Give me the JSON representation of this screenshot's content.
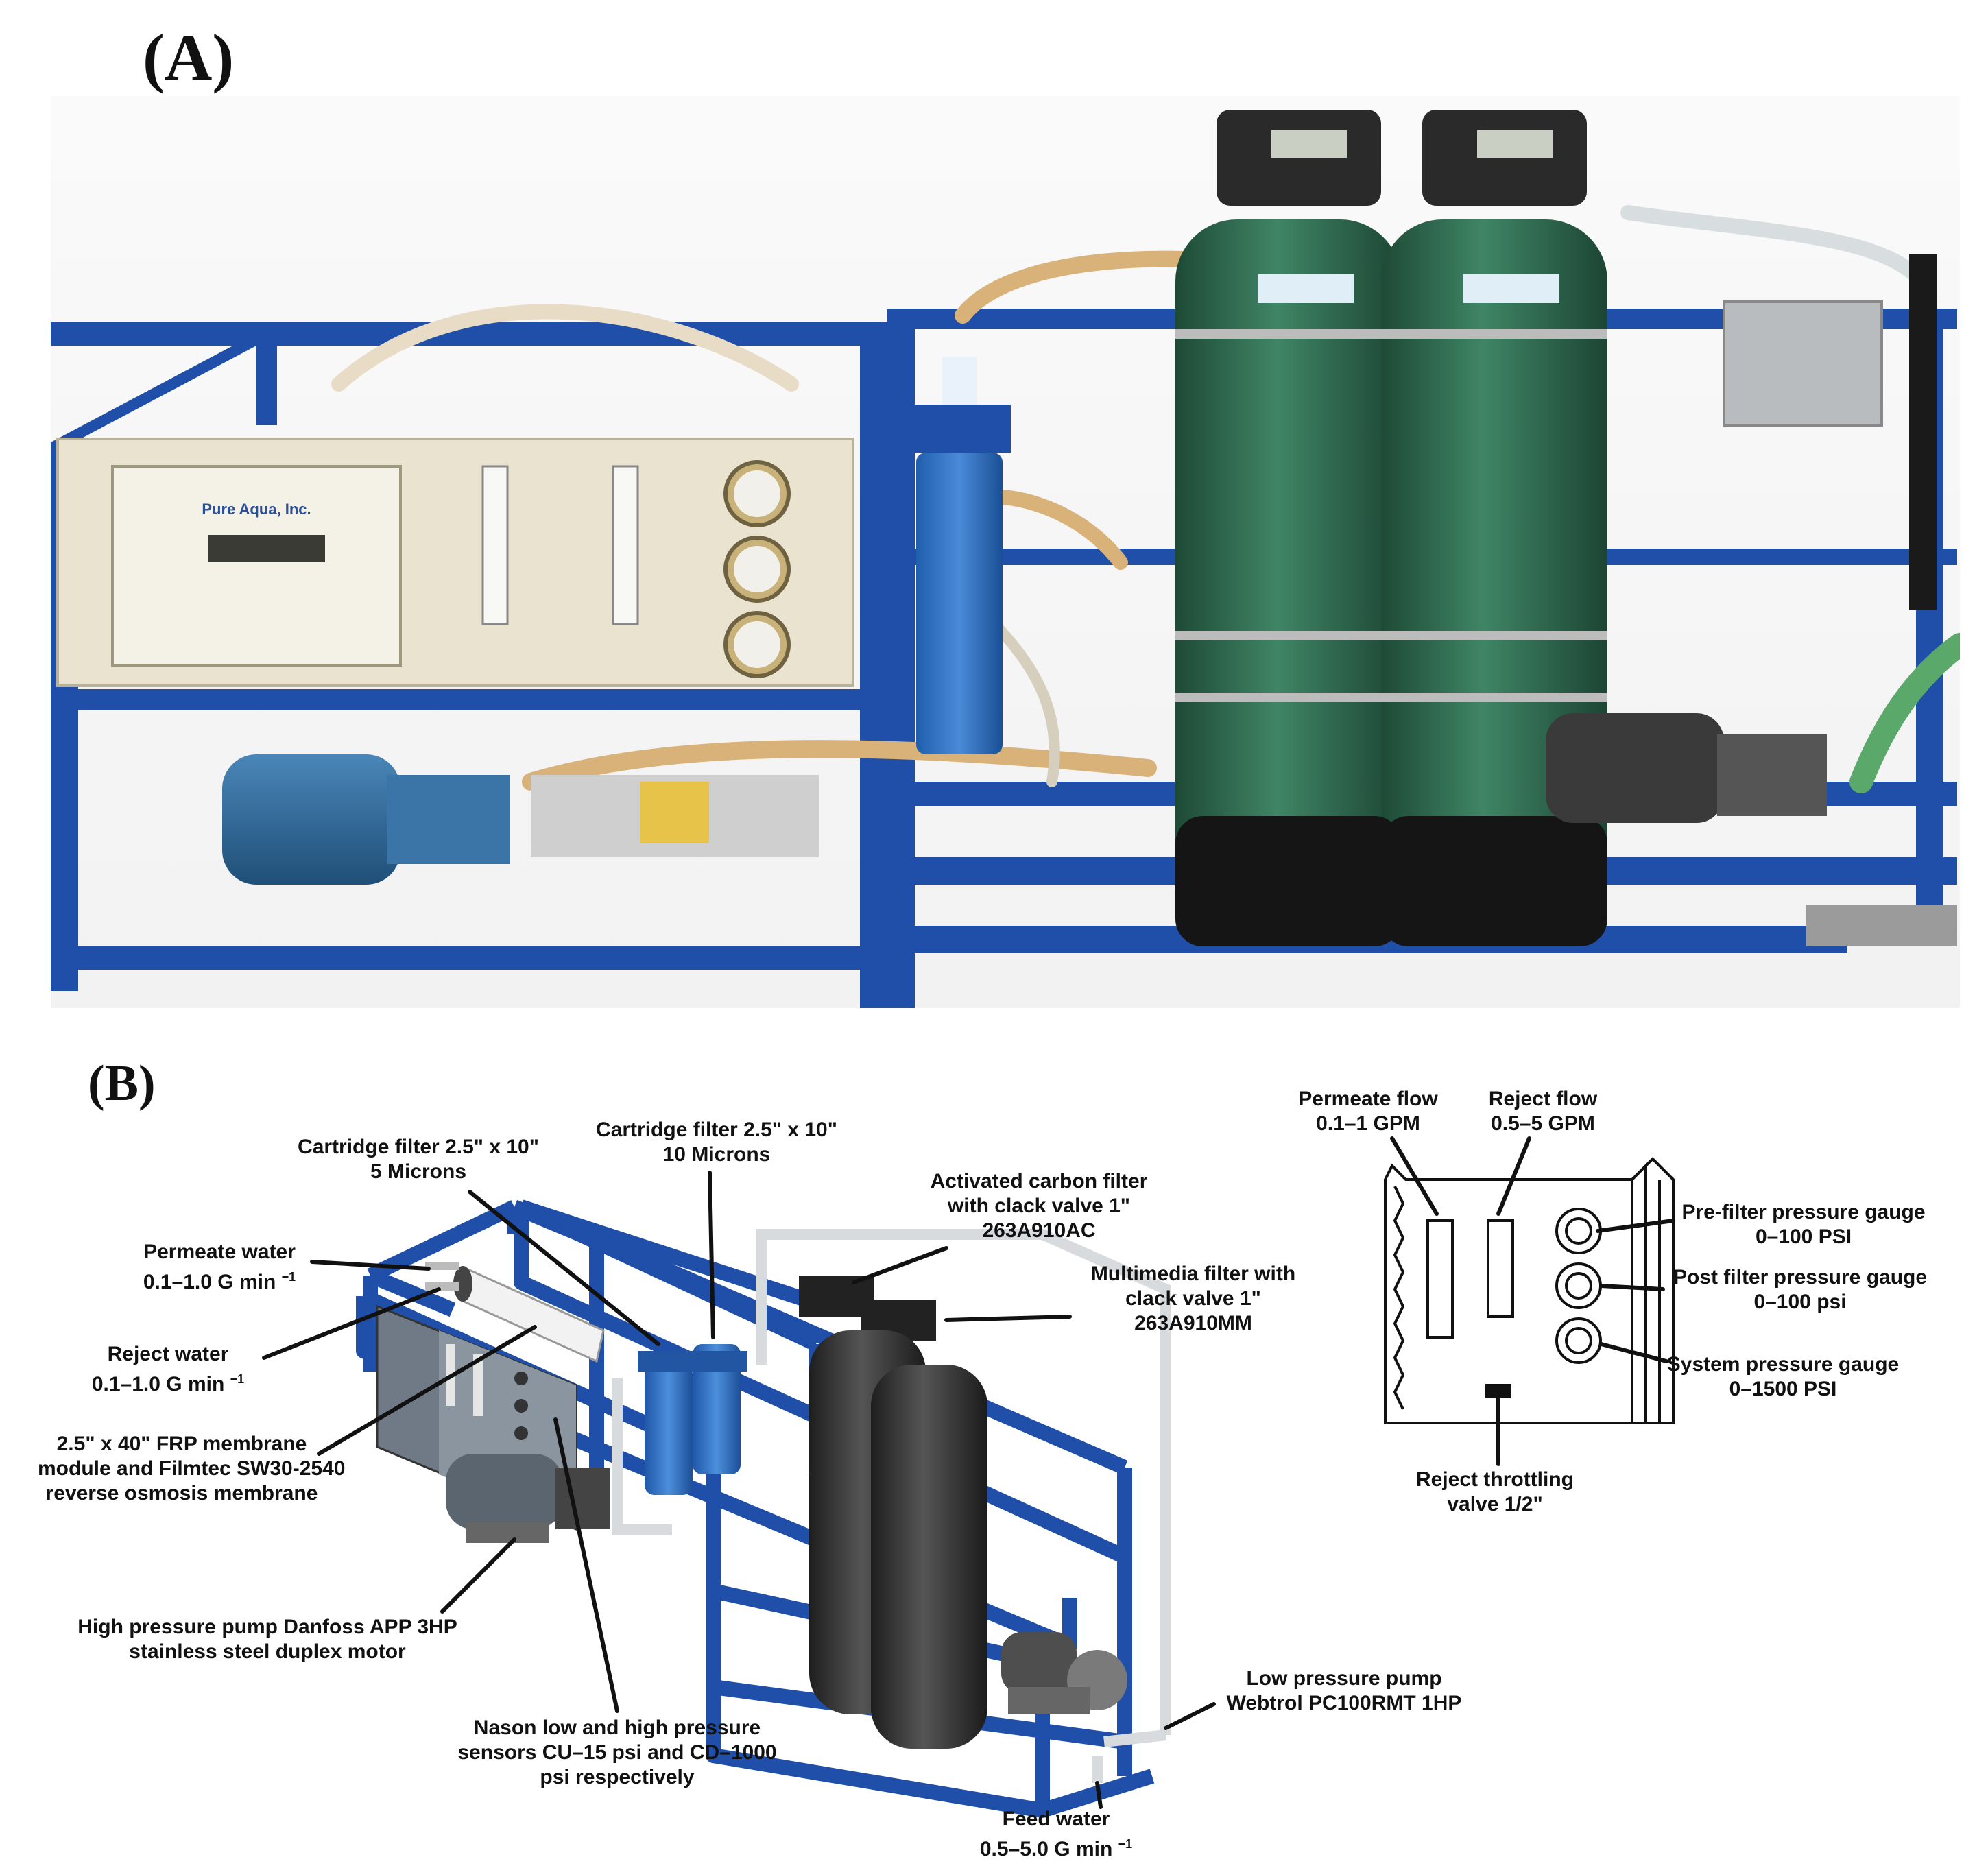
{
  "panels": {
    "a": {
      "label": "(A)"
    },
    "b": {
      "label": "(B)"
    }
  },
  "photo": {
    "brand_text": "Pure Aqua, Inc."
  },
  "callouts": {
    "permeate_water": {
      "line1": "Permeate water",
      "line2": "0.1–1.0 G min",
      "sup": "−1"
    },
    "reject_water": {
      "line1": "Reject water",
      "line2": "0.1–1.0 G min",
      "sup": "−1"
    },
    "membrane": {
      "line1": "2.5\" x 40\" FRP membrane",
      "line2": "module and Filmtec SW30-2540",
      "line3": "reverse osmosis membrane"
    },
    "hp_pump": {
      "line1": "High pressure pump Danfoss APP 3HP",
      "line2": "stainless steel duplex motor"
    },
    "nason": {
      "line1": "Nason low and high pressure",
      "line2": "sensors CU–15 psi and CD–1000",
      "line3": "psi respectively"
    },
    "cart_5": {
      "line1": "Cartridge filter 2.5\" x 10\"",
      "line2": "5 Microns"
    },
    "cart_10": {
      "line1": "Cartridge filter 2.5\" x 10\"",
      "line2": "10 Microns"
    },
    "carbon": {
      "line1": "Activated carbon filter",
      "line2": "with clack valve 1\"",
      "line3": "263A910AC"
    },
    "multimedia": {
      "line1": "Multimedia filter with",
      "line2": "clack valve 1\"",
      "line3": "263A910MM"
    },
    "lp_pump": {
      "line1": "Low pressure pump",
      "line2": "Webtrol PC100RMT 1HP"
    },
    "feed_water": {
      "line1": "Feed water",
      "line2": "0.5–5.0 G min",
      "sup": "−1"
    },
    "permeate_flow": {
      "line1": "Permeate flow",
      "line2": "0.1–1 GPM"
    },
    "reject_flow": {
      "line1": "Reject flow",
      "line2": "0.5–5 GPM"
    },
    "prefilter_gauge": {
      "line1": "Pre-filter pressure gauge",
      "line2": "0–100 PSI"
    },
    "postfilter_gauge": {
      "line1": "Post filter pressure gauge",
      "line2": "0–100 psi"
    },
    "system_gauge": {
      "line1": "System pressure gauge",
      "line2": "0–1500 PSI"
    },
    "throttle_valve": {
      "line1": "Reject throttling",
      "line2": "valve 1/2\""
    }
  },
  "colors": {
    "frame_blue": "#1f4fa8",
    "frame_blue_dark": "#143a80",
    "tank_green": "#2e6b4f",
    "tank_dark": "#2b2b2b",
    "panel_cream": "#ece7d6",
    "filter_blue": "#2a6fc4",
    "hose_tan": "#d9b27a",
    "motor_blue": "#2f6fa0"
  }
}
